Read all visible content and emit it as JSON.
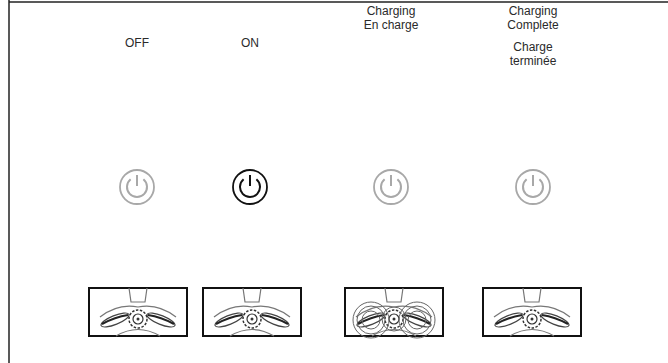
{
  "diagram": {
    "labels": [
      "OFF",
      "ON",
      "Charging",
      "En charge",
      "Charging Complete",
      "Charge terminée"
    ]
  }
}
